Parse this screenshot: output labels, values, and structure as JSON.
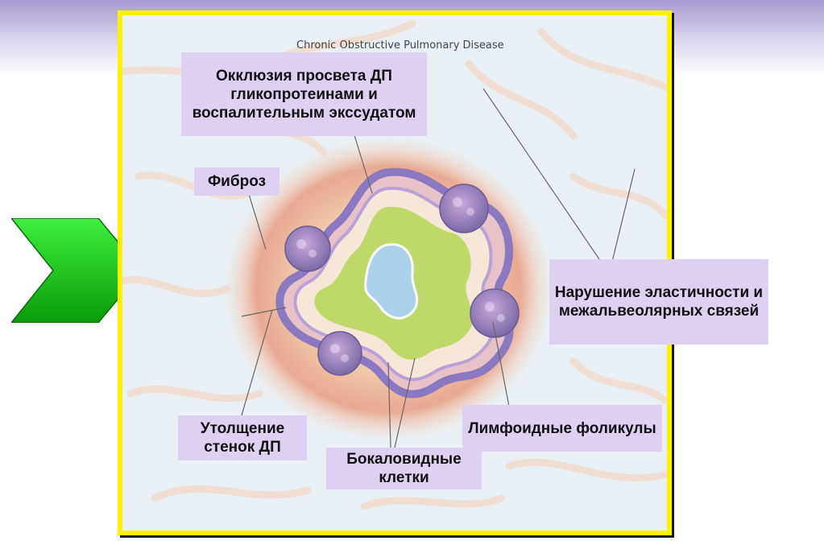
{
  "source_title": "Chronic Obstructive Pulmonary Disease",
  "labels": {
    "occlusion": "Окклюзия просвета ДП гликопротеинами и воспалительным экссудатом",
    "fibrosis": "Фиброз",
    "elasticity": "Нарушение эластичности и межальвеолярных связей",
    "wall": "Утолщение стенок ДП",
    "lymph": "Лимфоидные фоликулы",
    "goblet": "Бокаловидные клетки"
  },
  "colors": {
    "frame_border": "#fff200",
    "label_bg": "#ddd0f0",
    "arrow": "#1fbf1f"
  }
}
